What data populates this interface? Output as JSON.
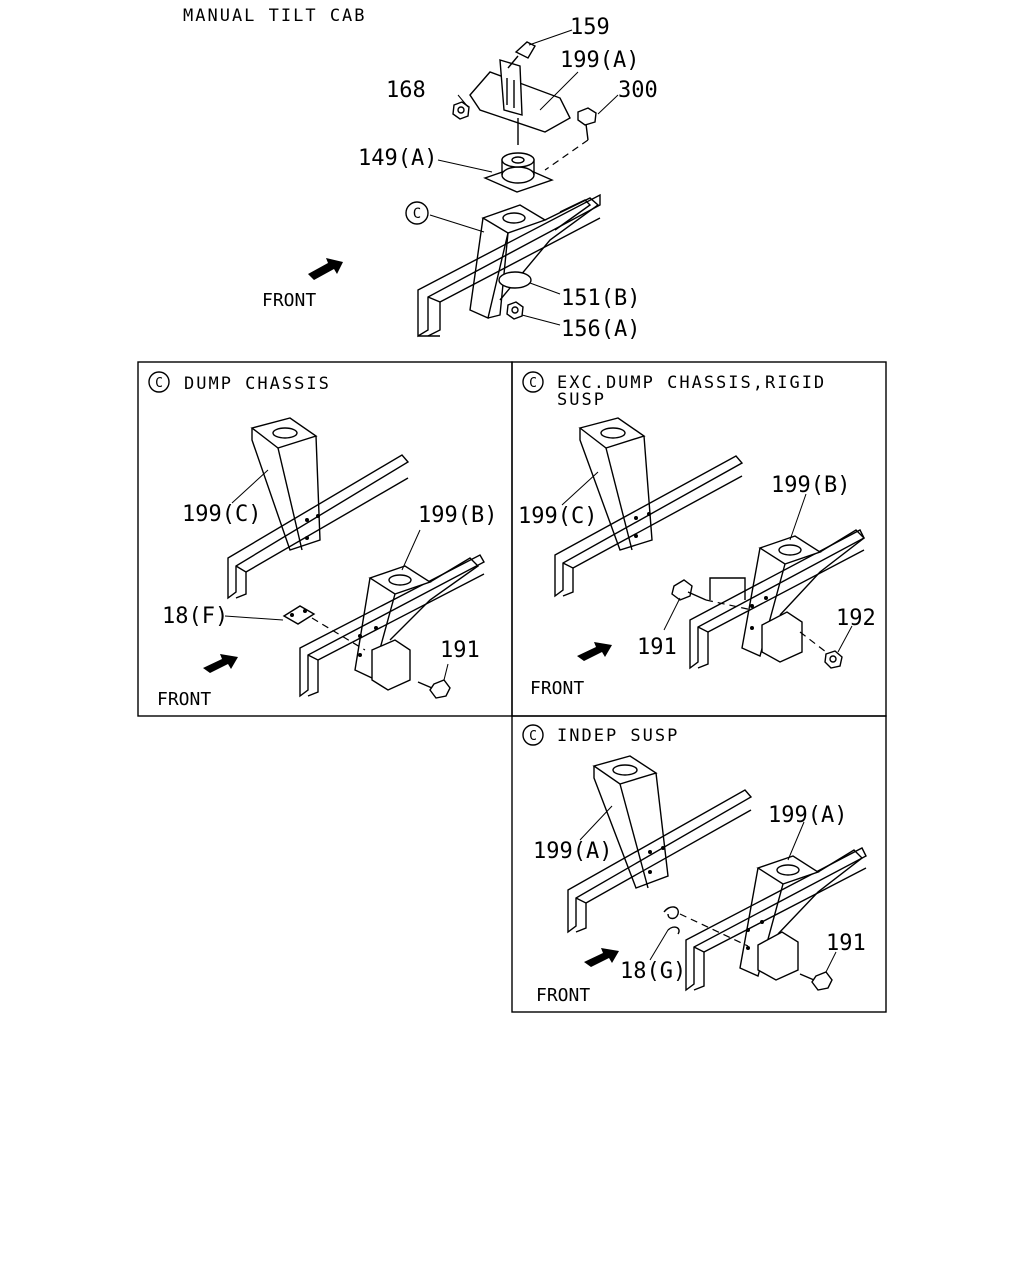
{
  "header": {
    "title": "MANUAL TILT CAB"
  },
  "callouts": {
    "c": "C",
    "p159": "159",
    "p199a": "199(A)",
    "p168": "168",
    "p300": "300",
    "p149a": "149(A)",
    "p151b": "151(B)",
    "p156a": "156(A)",
    "p199c": "199(C)",
    "p199b": "199(B)",
    "p18f": "18(F)",
    "p191": "191",
    "p192": "192",
    "p18g": "18(G)"
  },
  "front_label": "FRONT",
  "panels": {
    "dump": {
      "title": "DUMP CHASSIS"
    },
    "exc": {
      "title_line1": "EXC.DUMP CHASSIS,RIGID",
      "title_line2": "SUSP"
    },
    "indep": {
      "title": "INDEP SUSP"
    }
  }
}
